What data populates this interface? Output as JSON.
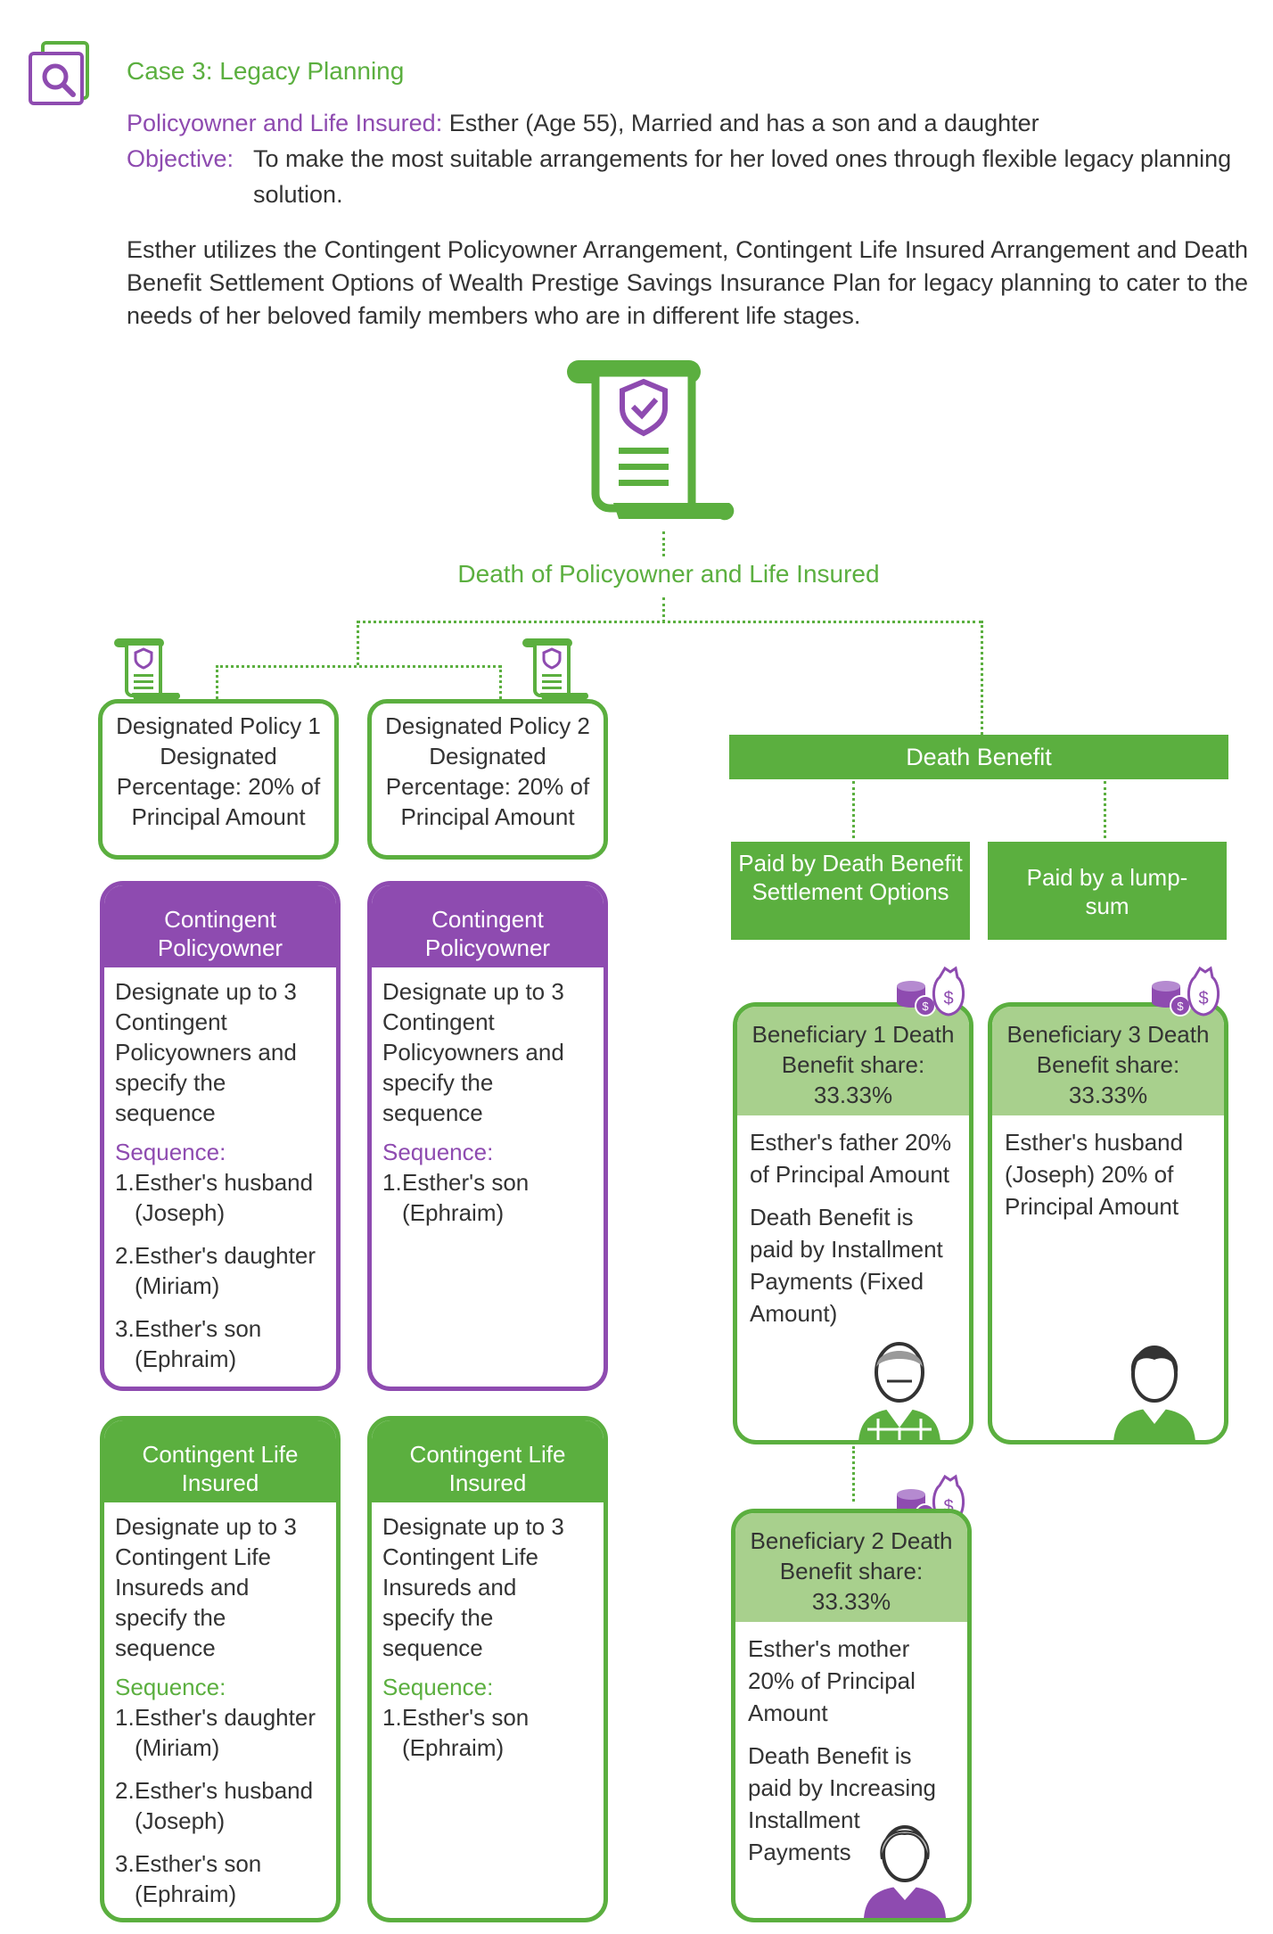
{
  "header": {
    "case_title": "Case 3: Legacy Planning",
    "insured_label": "Policyowner and Life Insured:",
    "insured_value": "Esther (Age 55), Married and has a son and a daughter",
    "objective_label": "Objective:",
    "objective_value": "To make the most suitable arrangements for her loved ones through flexible legacy planning solution.",
    "intro": "Esther utilizes the Contingent Policyowner Arrangement, Contingent Life Insured Arrangement and Death Benefit Settlement Options of Wealth Prestige Savings Insurance Plan for legacy planning to cater to the needs of her beloved family members who are in different life stages."
  },
  "colors": {
    "green": "#5BAF3F",
    "purple": "#8E4BB0",
    "light_green": "#A8D08D"
  },
  "event_label": "Death of Policyowner and Life Insured",
  "policies": [
    {
      "designated": "Designated Policy 1 Designated Percentage: 20% of Principal Amount",
      "policyowner": {
        "title": "Contingent Policyowner",
        "desc": "Designate up to 3 Contingent Policyowners and specify the sequence",
        "seq_label": "Sequence:",
        "seq": [
          {
            "n": "1.",
            "t": "Esther's husband (Joseph)"
          },
          {
            "n": "2.",
            "t": "Esther's daughter (Miriam)"
          },
          {
            "n": "3.",
            "t": "Esther's son (Ephraim)"
          }
        ]
      },
      "life_insured": {
        "title": "Contingent Life Insured",
        "desc": "Designate up to 3 Contingent Life Insureds and specify the sequence",
        "seq_label": "Sequence:",
        "seq": [
          {
            "n": "1.",
            "t": "Esther's daughter (Miriam)"
          },
          {
            "n": "2.",
            "t": "Esther's husband (Joseph)"
          },
          {
            "n": "3.",
            "t": "Esther's son (Ephraim)"
          }
        ]
      }
    },
    {
      "designated": "Designated Policy 2 Designated Percentage: 20% of Principal Amount",
      "policyowner": {
        "title": "Contingent Policyowner",
        "desc": "Designate up to 3 Contingent Policyowners and specify the sequence",
        "seq_label": "Sequence:",
        "seq": [
          {
            "n": "1.",
            "t": "Esther's son (Ephraim)"
          }
        ]
      },
      "life_insured": {
        "title": "Contingent Life Insured",
        "desc": "Designate up to 3 Contingent Life Insureds and specify the sequence",
        "seq_label": "Sequence:",
        "seq": [
          {
            "n": "1.",
            "t": "Esther's son (Ephraim)"
          }
        ]
      }
    }
  ],
  "death_benefit": {
    "title": "Death Benefit",
    "settlement_label": "Paid by Death Benefit Settlement Options",
    "lumpsum_label": "Paid by a lump-sum",
    "beneficiaries": {
      "b1": {
        "head": "Beneficiary 1 Death Benefit share: 33.33%",
        "who": "Esther's  father 20% of Principal Amount",
        "note": "Death Benefit is paid by Installment Payments (Fixed Amount)"
      },
      "b3": {
        "head": "Beneficiary 3 Death Benefit share: 33.33%",
        "who": "Esther's husband (Joseph) 20% of Principal Amount",
        "note": ""
      },
      "b2": {
        "head": "Beneficiary 2 Death Benefit share: 33.33%",
        "who": "Esther's mother 20% of Principal Amount",
        "note": "Death Benefit is paid by Increasing Installment Payments"
      }
    }
  },
  "icons": [
    "search-document-icon",
    "policy-scroll-icon",
    "money-bag-icon",
    "elderly-man-icon",
    "man-icon",
    "elderly-woman-icon"
  ]
}
